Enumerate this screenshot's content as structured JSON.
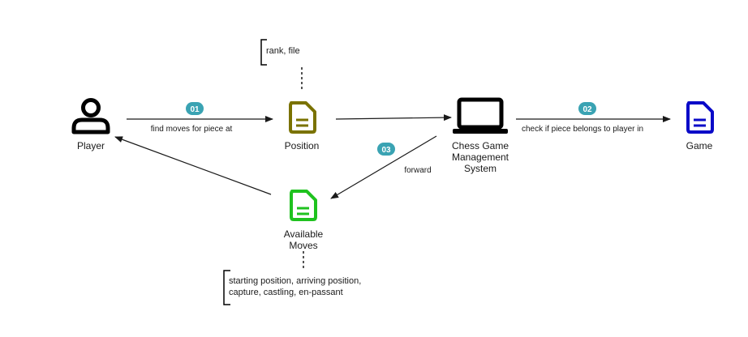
{
  "colors": {
    "badge": "#3aa3b3",
    "position_doc": "#7a7200",
    "moves_doc": "#1fc21f",
    "game_doc": "#0a0ac8",
    "actor": "#000000",
    "edge": "#1a1a1a"
  },
  "icons": {
    "player": "person-icon",
    "position": "document-icon",
    "system": "laptop-icon",
    "game": "document-icon",
    "moves": "document-icon"
  },
  "nodes": {
    "player": {
      "label": "Player"
    },
    "position": {
      "label": "Position"
    },
    "system": {
      "line1": "Chess Game",
      "line2": "Management",
      "line3": "System"
    },
    "game": {
      "label": "Game"
    },
    "moves": {
      "line1": "Available",
      "line2": "Moves"
    }
  },
  "edges": {
    "find_moves": {
      "badge": "01",
      "label": "find moves for piece at"
    },
    "check_piece": {
      "badge": "02",
      "label": "check if piece belongs to player in"
    },
    "forward": {
      "badge": "03",
      "label": "forward"
    }
  },
  "notes": {
    "position": {
      "text": "rank, file"
    },
    "moves": {
      "line1": "starting position, arriving position,",
      "line2": "capture, castling, en-passant"
    }
  }
}
